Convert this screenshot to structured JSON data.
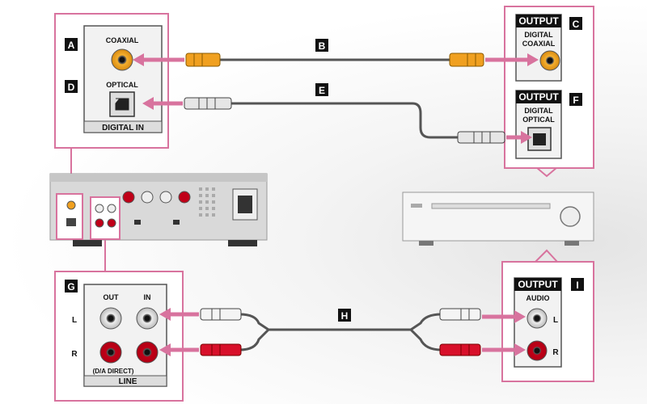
{
  "markers": {
    "A": "A",
    "B": "B",
    "C": "C",
    "D": "D",
    "E": "E",
    "F": "F",
    "G": "G",
    "H": "H",
    "I": "I"
  },
  "panel_a": {
    "coaxial": "COAXIAL",
    "optical": "OPTICAL",
    "digital_in": "DIGITAL IN"
  },
  "panel_c": {
    "output": "OUTPUT",
    "line1": "DIGITAL",
    "line2": "COAXIAL"
  },
  "panel_f": {
    "output": "OUTPUT",
    "line1": "DIGITAL",
    "line2": "OPTICAL"
  },
  "panel_g": {
    "out": "OUT",
    "in": "IN",
    "l": "L",
    "r": "R",
    "dia_direct": "(D/A DIRECT)",
    "line": "LINE"
  },
  "panel_i": {
    "output": "OUTPUT",
    "audio": "AUDIO",
    "l": "L",
    "r": "R"
  },
  "colors": {
    "pink": "#d8739e",
    "coax_orange": "#f0a020",
    "red_plug": "#d8102a",
    "marker_bg": "#111111"
  }
}
